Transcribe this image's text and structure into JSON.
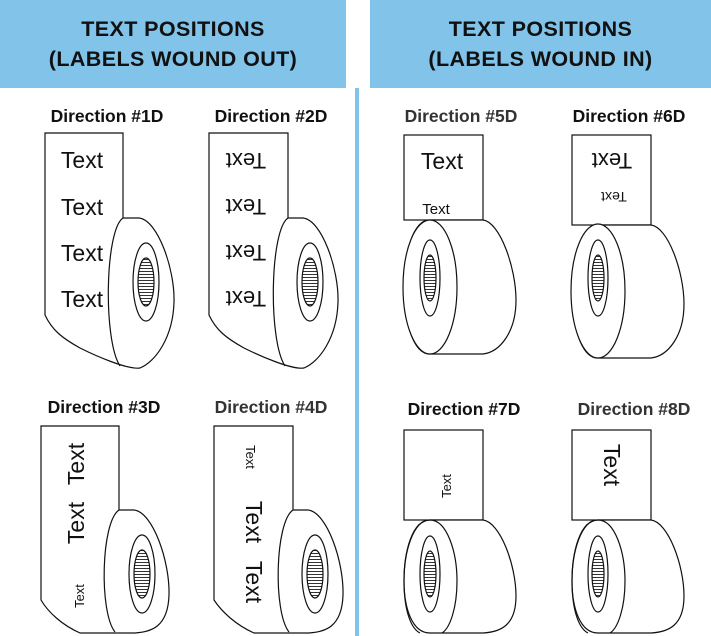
{
  "headers": {
    "wound_out": {
      "line1": "TEXT POSITIONS",
      "line2": "(LABELS WOUND OUT)"
    },
    "wound_in": {
      "line1": "TEXT POSITIONS",
      "line2": "(LABELS WOUND IN)"
    }
  },
  "directions": {
    "d1": "Direction #1D",
    "d2": "Direction #2D",
    "d3": "Direction #3D",
    "d4": "Direction #4D",
    "d5": "Direction #5D",
    "d6": "Direction #6D",
    "d7": "Direction #7D",
    "d8": "Direction #8D"
  },
  "label_text": "Text"
}
